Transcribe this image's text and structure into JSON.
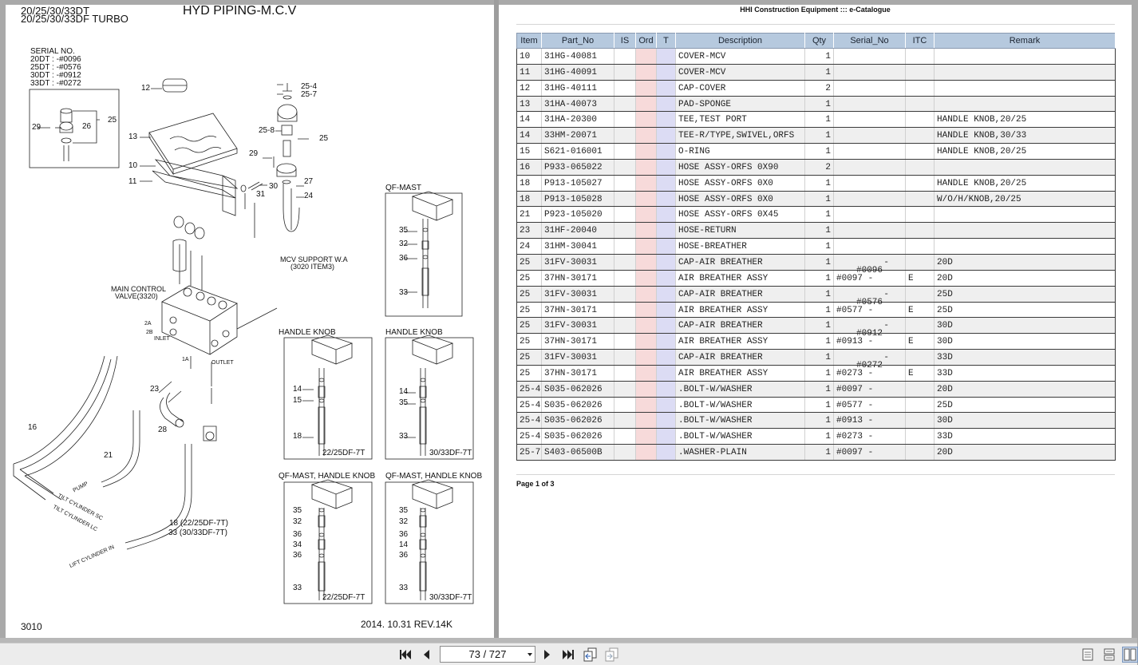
{
  "left_page": {
    "model_line1": "20/25/30/33DT",
    "model_line2": "20/25/30/33DF TURBO",
    "title": "HYD PIPING-M.C.V",
    "serial_title": "SERIAL NO.",
    "serials": [
      "20DT : -#0096",
      "25DT : -#0576",
      "30DT : -#0912",
      "33DT : -#0272"
    ],
    "page_code": "3010",
    "revision": "2014. 10.31  REV.14K",
    "labels": {
      "mcv_support": "MCV SUPPORT W.A",
      "mcv_support2": "(3020 ITEM3)",
      "main_control": "MAIN CONTROL",
      "main_control2": "VALVE(3320)",
      "qf_mast": "QF-MAST",
      "handle_knob_a": "HANDLE KNOB",
      "handle_knob_b": "HANDLE KNOB",
      "qf_handle_a": "QF-MAST, HANDLE KNOB",
      "qf_handle_b": "QF-MAST, HANDLE KNOB",
      "note_22_25": "22/25DF-7T",
      "note_30_33": "30/33DF-7T",
      "note_22_25b": "22/25DF-7T",
      "note_30_33b": "30/33DF-7T",
      "hose18": "18 (22/25DF-7T)",
      "hose33": "33 (30/33DF-7T)",
      "pump": "PUMP",
      "tilt_sc": "TILT CYLINDER SC",
      "tilt_lc": "TILT CYLINDER LC",
      "lift_in": "LIFT CYLINDER IN",
      "inlet": "INLET",
      "outlet": "OUTLET",
      "p2a": "2A",
      "p2b": "2B",
      "p1a": "1A"
    },
    "callouts": {
      "c12": "12",
      "c13": "13",
      "c10": "10",
      "c11": "11",
      "c25": "25",
      "c26": "26",
      "c29": "29",
      "c25_4": "25-4",
      "c25_7": "25-7",
      "c25_8": "25-8",
      "c25b": "25",
      "c29b": "29",
      "c27": "27",
      "c24": "24",
      "c31": "31",
      "c30": "30",
      "c23": "23",
      "c28": "28",
      "c16": "16",
      "c21": "21",
      "q35": "35",
      "q32": "32",
      "q36": "36",
      "q33": "33",
      "h14": "14",
      "h15": "15",
      "h18": "18",
      "k14": "14",
      "k35": "35",
      "k33": "33",
      "m35": "35",
      "m32": "32",
      "m36": "36",
      "m34": "34",
      "m36b": "36",
      "m33": "33",
      "n35": "35",
      "n32": "32",
      "n36": "36",
      "n14": "14",
      "n36b": "36",
      "n33": "33"
    }
  },
  "right_page": {
    "catalog_title": "HHI Construction Equipment ::: e-Catalogue",
    "columns": [
      "Item",
      "Part_No",
      "IS",
      "Ord",
      "T",
      "Description",
      "Qty",
      "Serial_No",
      "ITC",
      "Remark"
    ],
    "rows": [
      {
        "item": "10",
        "part": "31HG-40081",
        "desc": "COVER-MCV",
        "qty": "1",
        "serial": "",
        "serial_frag": "",
        "itc": "",
        "remark": ""
      },
      {
        "item": "11",
        "part": "31HG-40091",
        "desc": "COVER-MCV",
        "qty": "1",
        "serial": "",
        "serial_frag": "",
        "itc": "",
        "remark": ""
      },
      {
        "item": "12",
        "part": "31HG-40111",
        "desc": "CAP-COVER",
        "qty": "2",
        "serial": "",
        "serial_frag": "",
        "itc": "",
        "remark": ""
      },
      {
        "item": "13",
        "part": "31HA-40073",
        "desc": "PAD-SPONGE",
        "qty": "1",
        "serial": "",
        "serial_frag": "",
        "itc": "",
        "remark": ""
      },
      {
        "item": "14",
        "part": "31HA-20300",
        "desc": "TEE,TEST PORT",
        "qty": "1",
        "serial": "",
        "serial_frag": "",
        "itc": "",
        "remark": "HANDLE KNOB,20/25"
      },
      {
        "item": "14",
        "part": "33HM-20071",
        "desc": "TEE-R/TYPE,SWIVEL,ORFS",
        "qty": "1",
        "serial": "",
        "serial_frag": "",
        "itc": "",
        "remark": "HANDLE KNOB,30/33"
      },
      {
        "item": "15",
        "part": "S621-016001",
        "desc": "O-RING",
        "qty": "1",
        "serial": "",
        "serial_frag": "",
        "itc": "",
        "remark": "HANDLE KNOB,20/25"
      },
      {
        "item": "16",
        "part": "P933-065022",
        "desc": "HOSE ASSY-ORFS 0X90",
        "qty": "2",
        "serial": "",
        "serial_frag": "",
        "itc": "",
        "remark": ""
      },
      {
        "item": "18",
        "part": "P913-105027",
        "desc": "HOSE ASSY-ORFS 0X0",
        "qty": "1",
        "serial": "",
        "serial_frag": "",
        "itc": "",
        "remark": "HANDLE KNOB,20/25"
      },
      {
        "item": "18",
        "part": "P913-105028",
        "desc": "HOSE ASSY-ORFS 0X0",
        "qty": "1",
        "serial": "",
        "serial_frag": "",
        "itc": "",
        "remark": "W/O/H/KNOB,20/25"
      },
      {
        "item": "21",
        "part": "P923-105020",
        "desc": "HOSE ASSY-ORFS 0X45",
        "qty": "1",
        "serial": "",
        "serial_frag": "",
        "itc": "",
        "remark": ""
      },
      {
        "item": "23",
        "part": "31HF-20040",
        "desc": "HOSE-RETURN",
        "qty": "1",
        "serial": "",
        "serial_frag": "",
        "itc": "",
        "remark": ""
      },
      {
        "item": "24",
        "part": "31HM-30041",
        "desc": "HOSE-BREATHER",
        "qty": "1",
        "serial": "",
        "serial_frag": "",
        "itc": "",
        "remark": ""
      },
      {
        "item": "25",
        "part": "31FV-30031",
        "desc": "CAP-AIR BREATHER",
        "qty": "1",
        "serial": "-",
        "serial_frag": "#0096",
        "itc": "",
        "remark": "20D"
      },
      {
        "item": "25",
        "part": "37HN-30171",
        "desc": "AIR BREATHER ASSY",
        "qty": "1",
        "serial": "#0097 -",
        "serial_frag": "",
        "itc": "E",
        "remark": "20D"
      },
      {
        "item": "25",
        "part": "31FV-30031",
        "desc": "CAP-AIR BREATHER",
        "qty": "1",
        "serial": "-",
        "serial_frag": "#0576",
        "itc": "",
        "remark": "25D"
      },
      {
        "item": "25",
        "part": "37HN-30171",
        "desc": "AIR BREATHER ASSY",
        "qty": "1",
        "serial": "#0577 -",
        "serial_frag": "",
        "itc": "E",
        "remark": "25D"
      },
      {
        "item": "25",
        "part": "31FV-30031",
        "desc": "CAP-AIR BREATHER",
        "qty": "1",
        "serial": "-",
        "serial_frag": "#0912",
        "itc": "",
        "remark": "30D"
      },
      {
        "item": "25",
        "part": "37HN-30171",
        "desc": "AIR BREATHER ASSY",
        "qty": "1",
        "serial": "#0913 -",
        "serial_frag": "",
        "itc": "E",
        "remark": "30D"
      },
      {
        "item": "25",
        "part": "31FV-30031",
        "desc": "CAP-AIR BREATHER",
        "qty": "1",
        "serial": "-",
        "serial_frag": "#0272",
        "itc": "",
        "remark": "33D"
      },
      {
        "item": "25",
        "part": "37HN-30171",
        "desc": "AIR BREATHER ASSY",
        "qty": "1",
        "serial": "#0273 -",
        "serial_frag": "",
        "itc": "E",
        "remark": "33D"
      },
      {
        "item": "25-4",
        "part": "S035-062026",
        "desc": ".BOLT-W/WASHER",
        "qty": "1",
        "serial": "#0097 -",
        "serial_frag": "",
        "itc": "",
        "remark": "20D"
      },
      {
        "item": "25-4",
        "part": "S035-062026",
        "desc": ".BOLT-W/WASHER",
        "qty": "1",
        "serial": "#0577 -",
        "serial_frag": "",
        "itc": "",
        "remark": "25D"
      },
      {
        "item": "25-4",
        "part": "S035-062026",
        "desc": ".BOLT-W/WASHER",
        "qty": "1",
        "serial": "#0913 -",
        "serial_frag": "",
        "itc": "",
        "remark": "30D"
      },
      {
        "item": "25-4",
        "part": "S035-062026",
        "desc": ".BOLT-W/WASHER",
        "qty": "1",
        "serial": "#0273 -",
        "serial_frag": "",
        "itc": "",
        "remark": "33D"
      },
      {
        "item": "25-7",
        "part": "S403-06500B",
        "desc": ".WASHER-PLAIN",
        "qty": "1",
        "serial": "#0097 -",
        "serial_frag": "",
        "itc": "",
        "remark": "20D"
      }
    ],
    "page_info": "Page 1 of 3"
  },
  "toolbar": {
    "page_indicator": "73 / 727",
    "icons": [
      "first-page-icon",
      "prev-page-icon",
      "next-page-icon",
      "last-page-icon",
      "go-back-icon",
      "go-forward-icon",
      "single-page-view-icon",
      "continuous-view-icon",
      "two-page-view-icon"
    ]
  },
  "colors": {
    "header_bg": "#b6c9de",
    "ord_column": "#f7dada",
    "t_column": "#dcdcf4",
    "viewer_bg": "#a9a9a9"
  }
}
